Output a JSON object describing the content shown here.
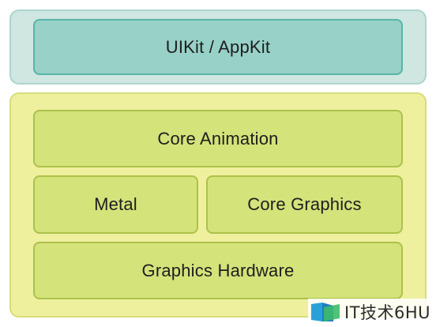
{
  "diagram": {
    "top_layer": {
      "uikit_label": "UIKit / AppKit"
    },
    "bottom_layer": {
      "core_animation_label": "Core Animation",
      "metal_label": "Metal",
      "core_graphics_label": "Core Graphics",
      "graphics_hardware_label": "Graphics Hardware"
    }
  },
  "watermark": {
    "text": "IT技术6HU",
    "icon": "blue-green-flag-logo"
  },
  "colors": {
    "teal_panel": "#cfe6e1",
    "teal_box": "#97d1c7",
    "yellow_panel": "#eef09e",
    "green_box": "#d4e37a"
  }
}
